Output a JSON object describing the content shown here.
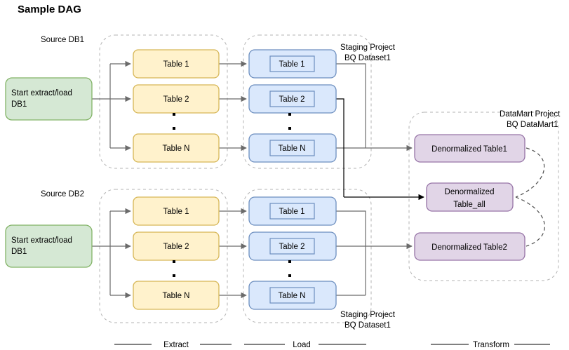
{
  "title": "Sample DAG",
  "source_labels": {
    "db1": "Source DB1",
    "db2": "Source DB2"
  },
  "start_nodes": [
    {
      "id": "start-db1-row1",
      "line1": "Start extract/load",
      "line2": "DB1"
    },
    {
      "id": "start-db1-row2",
      "line1": "Start extract/load",
      "line2": "DB1"
    }
  ],
  "extract_stage": {
    "phase_label": "Extract",
    "row1_tables": [
      "Table 1",
      "Table 2",
      "Table N"
    ],
    "row2_tables": [
      "Table 1",
      "Table 2",
      "Table N"
    ],
    "ellipsis": "vertical-dots"
  },
  "load_stage": {
    "phase_label": "Load",
    "project_label_line1": "Staging Project",
    "project_label_line2": "BQ Dataset1",
    "row1_tables": [
      "Table 1",
      "Table 2",
      "Table N"
    ],
    "row2_tables": [
      "Table 1",
      "Table 2",
      "Table N"
    ]
  },
  "transform_stage": {
    "phase_label": "Transform",
    "project_label_line1": "DataMart Project",
    "project_label_line2": "BQ DataMart1",
    "nodes": [
      {
        "id": "denorm-table1",
        "line1": "Denormalized Table1",
        "line2": ""
      },
      {
        "id": "denorm-table-all",
        "line1": "Denormalized",
        "line2": "Table_all"
      },
      {
        "id": "denorm-table2",
        "line1": "Denormalized Table2",
        "line2": ""
      }
    ]
  },
  "colors": {
    "start_fill": "#d5e8d4",
    "start_stroke": "#82b366",
    "extract_fill": "#ffe6cc",
    "extract_stroke": "#d6b656",
    "load_fill": "#dae8fc",
    "load_stroke": "#6c8ebf",
    "transform_fill": "#e1d5e7",
    "transform_stroke": "#9673a6",
    "group_border": "#b3b3b3",
    "edge": "#6b6b6b"
  }
}
